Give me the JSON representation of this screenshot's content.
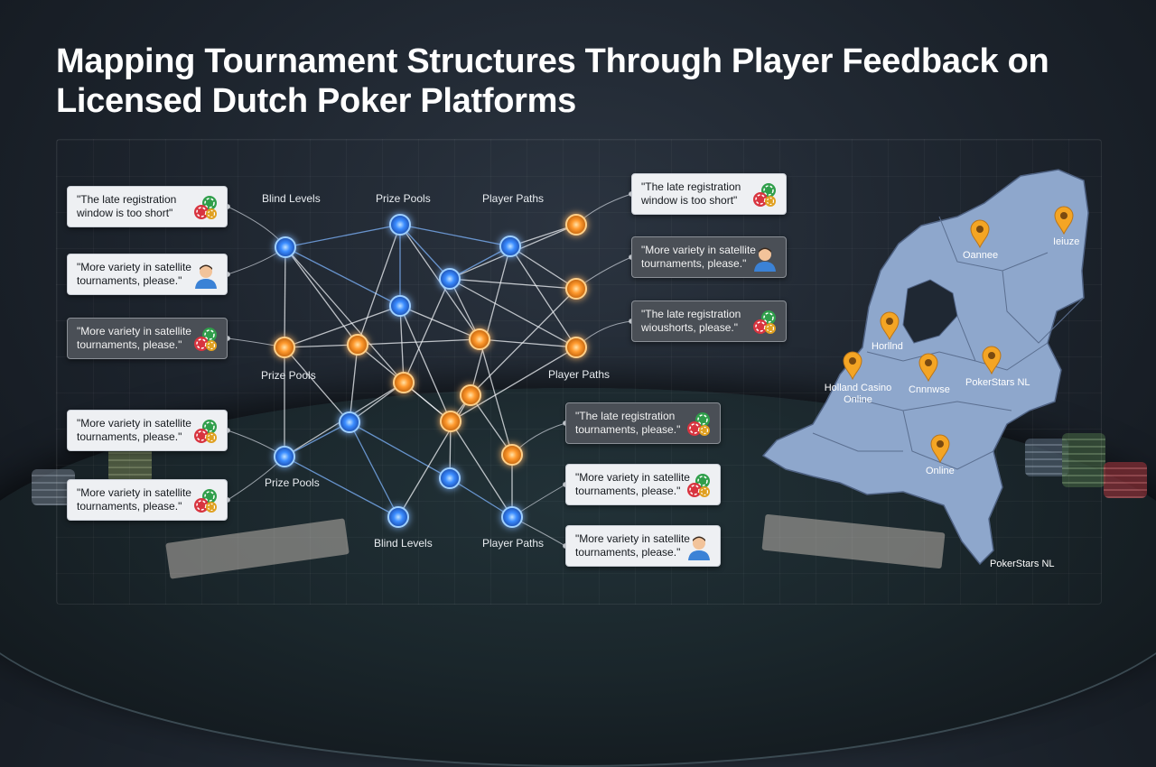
{
  "title": "Mapping Tournament Structures Through Player Feedback on Licensed Dutch Poker Platforms",
  "colors": {
    "blue_node": "#3a8cff",
    "orange_node": "#ff9a2e",
    "map_fill": "#8ea7cc",
    "pin": "#f4a524"
  },
  "feedback_left": [
    {
      "text": "\"The late registration window is too short\"",
      "icon": "poker-chips-icon",
      "theme": "light"
    },
    {
      "text": "\"More variety in satellite tournaments, please.\"",
      "icon": "player-avatar-icon",
      "theme": "light"
    },
    {
      "text": "\"More variety in satellite tournaments, please.\"",
      "icon": "poker-chips-icon",
      "theme": "dark"
    },
    {
      "text": "\"More variety in satellite tournaments, please.\"",
      "icon": "poker-chips-icon",
      "theme": "light"
    },
    {
      "text": "\"More variety in satellite tournaments, please.\"",
      "icon": "poker-chips-icon",
      "theme": "light"
    }
  ],
  "feedback_right": [
    {
      "text": "\"The late registration window is too short\"",
      "icon": "poker-chips-icon",
      "theme": "light"
    },
    {
      "text": "\"More variety in satellite tournaments, please.\"",
      "icon": "player-avatar-icon",
      "theme": "dark"
    },
    {
      "text": "\"The late registration wioushorts, please.\"",
      "icon": "poker-chips-icon",
      "theme": "dark"
    },
    {
      "text": "\"The late registration tournaments, please.\"",
      "icon": "poker-chips-icon",
      "theme": "dark"
    },
    {
      "text": "\"More variety in satellite tournaments, please.\"",
      "icon": "poker-chips-icon",
      "theme": "light"
    },
    {
      "text": "\"More variety in satellite tournaments, please.\"",
      "icon": "player-avatar-icon",
      "theme": "light"
    }
  ],
  "graph_labels": {
    "blind_levels_top": "Blind Levels",
    "prize_pools_top": "Prize Pools",
    "player_paths_top": "Player Paths",
    "prize_pools_left": "Prize Pools",
    "player_paths_right": "Player Paths",
    "prize_pools_bottom": "Prize Pools",
    "blind_levels_bottom": "Blind Levels",
    "player_paths_bottom": "Player Paths"
  },
  "map_labels": {
    "north_center": "Oannee",
    "north_east": "Ieiuze",
    "holland": "Horllnd",
    "holland_casino": "Holland Casino Online",
    "center": "Cnnnwse",
    "pokerstars": "PokerStars NL",
    "online": "Online",
    "pokerstars_bottom": "PokerStars NL"
  }
}
